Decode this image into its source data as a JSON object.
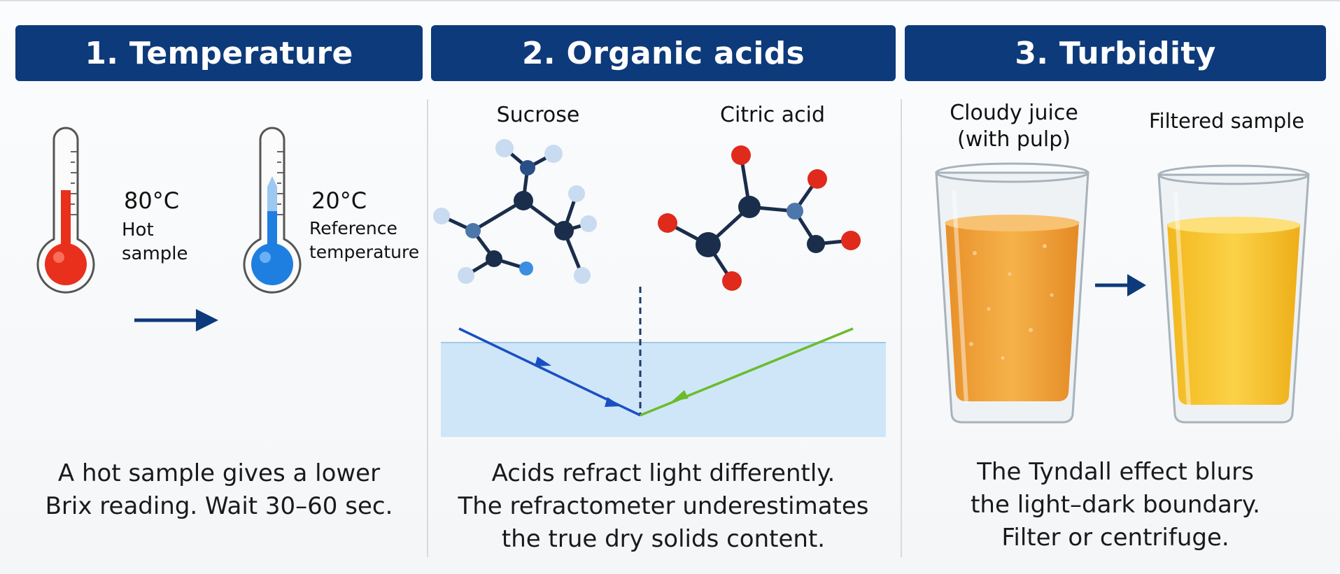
{
  "panels": [
    {
      "title": "1. Temperature",
      "hot_temp": "80°C",
      "hot_label": [
        "Hot",
        "sample"
      ],
      "ref_temp": "20°C",
      "ref_label": [
        "Reference",
        "temperature"
      ],
      "caption": [
        "A hot sample gives a lower",
        "Brix reading. Wait 30–60 sec."
      ]
    },
    {
      "title": "2. Organic acids",
      "mol_left": "Sucrose",
      "mol_right": "Citric acid",
      "caption": [
        "Acids refract light differently.",
        "The refractometer underestimates",
        "the true dry solids content."
      ]
    },
    {
      "title": "3. Turbidity",
      "left_label": [
        "Cloudy juice",
        "(with pulp)"
      ],
      "right_label": "Filtered sample",
      "caption": [
        "The Tyndall effect blurs",
        "the light–dark boundary.",
        "Filter or centrifuge."
      ]
    }
  ],
  "colors": {
    "header": "#0d3a7a",
    "hot": "#e8301c",
    "cold": "#1f7fe0",
    "arrow": "#0d3a7a",
    "ray_in": "#1a4fc4",
    "ray_out": "#6cbb2c",
    "oxygen": "#e02a1c",
    "carbon": "#1a2d4a",
    "hydrogen": "#c9dbf0",
    "cloudy_juice": "#f0a43a",
    "filtered_juice": "#f7c531"
  }
}
